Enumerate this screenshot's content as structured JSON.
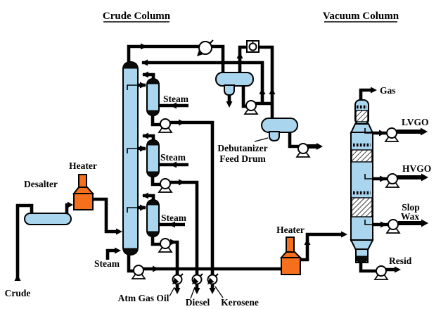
{
  "titles": {
    "crude_column": "Crude Column",
    "vacuum_column": "Vacuum Column"
  },
  "labels": {
    "crude_feed": "Crude",
    "desalter": "Desalter",
    "crude_heater": "Heater",
    "vacuum_heater": "Heater",
    "steam_stripper1": "Steam",
    "steam_stripper2": "Steam",
    "steam_stripper3": "Steam",
    "steam_bottoms": "Steam",
    "atm_gas_oil": "Atm Gas Oil",
    "diesel": "Diesel",
    "kerosene": "Kerosene",
    "debutanizer_line1": "Debutanizer",
    "debutanizer_line2": "Feed Drum",
    "gas": "Gas",
    "lvgo": "LVGO",
    "hvgo": "HVGO",
    "slop_line1": "Slop",
    "slop_line2": "Wax",
    "resid": "Resid"
  },
  "colors": {
    "vessel": "#A9D6EE",
    "heater": "#F4701D",
    "line": "#000000",
    "background": "#FFFFFF"
  },
  "icons": {
    "pump": "pump-icon",
    "control_valve": "control-valve-icon",
    "instrument": "instrument-icon"
  }
}
